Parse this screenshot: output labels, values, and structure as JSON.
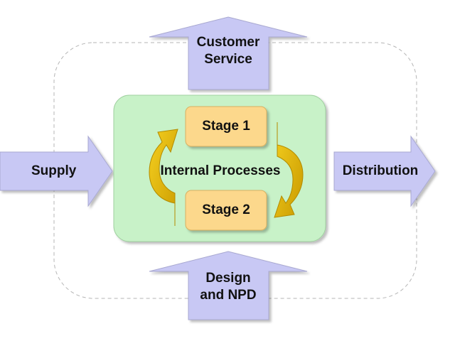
{
  "colors": {
    "arrow_fill": "#c8c8f4",
    "arrow_stroke": "#a8a8d0",
    "core_fill": "#c8f2c8",
    "stage_fill": "#fcd88c",
    "cycle_arrow": "#e6b800",
    "cycle_arrow_dark": "#b38b00",
    "dashed_border": "#b0b0b0"
  },
  "diagram": {
    "customer_service": [
      "Customer",
      "Service"
    ],
    "supply": "Supply",
    "distribution": "Distribution",
    "design_npd": [
      "Design",
      "and NPD"
    ],
    "core_label": "Internal Processes",
    "stage1": "Stage 1",
    "stage2": "Stage 2"
  }
}
